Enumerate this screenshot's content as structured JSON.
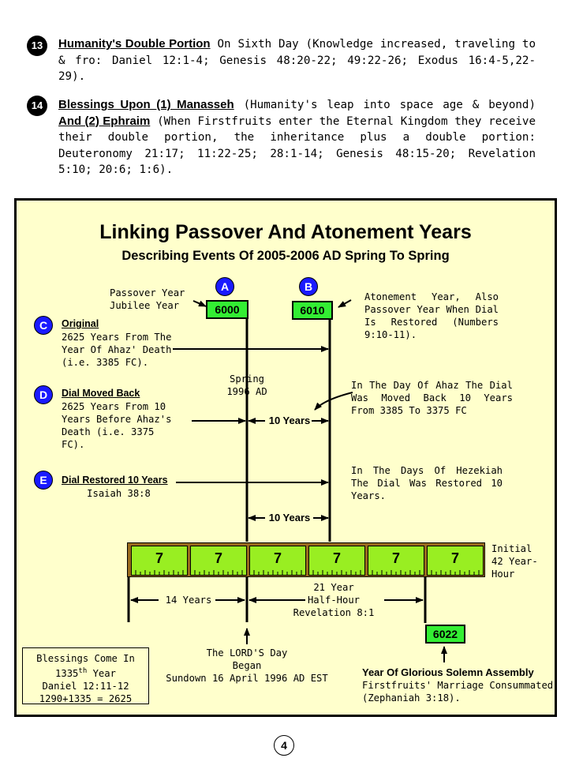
{
  "items": [
    {
      "number": "13",
      "heading": "Humanity's Double Portion",
      "text": " On Sixth Day (Knowledge increased, traveling to & fro: Daniel 12:1-4; Genesis 48:20-22; 49:22-26; Exodus 16:4-5,22-29)."
    },
    {
      "number": "14",
      "heading": "Blessings Upon (1) Manasseh",
      "text": " (Humanity's leap into space age & beyond) ",
      "heading2": "And (2) Ephraim",
      "text2": " (When Firstfruits enter the Eternal Kingdom they receive their double portion, the inheritance plus a double portion: Deuteronomy 21:17; 11:22-25; 28:1-14; Genesis 48:15-20; Revelation 5:10; 20:6; 1:6)."
    }
  ],
  "diagram": {
    "title": "Linking Passover And Atonement Years",
    "subtitle": "Describing Events Of 2005-2006 AD Spring To Spring",
    "passover_label": "Passover Year\nJubilee Year",
    "marker_a": "A",
    "marker_b": "B",
    "year_a": "6000",
    "year_b": "6010",
    "atonement_text": "Atonement Year, Also Passover Year When Dial Is Restored (Numbers 9:10-11).",
    "c": {
      "marker": "C",
      "label": "Original",
      "text": "2625 Years From The Year Of Ahaz' Death (i.e. 3385 FC)."
    },
    "spring_label": "Spring\n1996 AD",
    "ahaz_text": "In The Day Of Ahaz The Dial Was Moved Back 10 Years From 3385 To 3375 FC",
    "d": {
      "marker": "D",
      "label": "Dial Moved Back",
      "text": "2625 Years From 10 Years Before Ahaz's Death (i.e. 3375 FC)."
    },
    "ten_years_1": "10 Years",
    "e": {
      "marker": "E",
      "label": "Dial Restored 10 Years",
      "text": "Isaiah 38:8"
    },
    "hezekiah_text": "In The Days Of Hezekiah The Dial Was Restored 10 Years.",
    "ten_years_2": "10 Years",
    "segments": [
      "7",
      "7",
      "7",
      "7",
      "7",
      "7"
    ],
    "initial_label": "Initial\n42 Year-\nHour",
    "fourteen_years": "14 Years",
    "half_hour": "21 Year\nHalf-Hour\nRevelation 8:1",
    "year_final": "6022",
    "lords_day": "The LORD'S Day\nBegan\nSundown 16 April 1996 AD EST",
    "assembly_title": "Year Of Glorious Solemn Assembly",
    "assembly_text": "Firstfruits' Marriage Consummated\n(Zephaniah 3:18).",
    "blessings": {
      "line1": "Blessings Come In",
      "line2_pre": "1335",
      "line2_sup": "th",
      "line2_post": " Year",
      "line3": "Daniel 12:11-12",
      "line4": "1290+1335 = 2625"
    }
  },
  "page_number": "4"
}
